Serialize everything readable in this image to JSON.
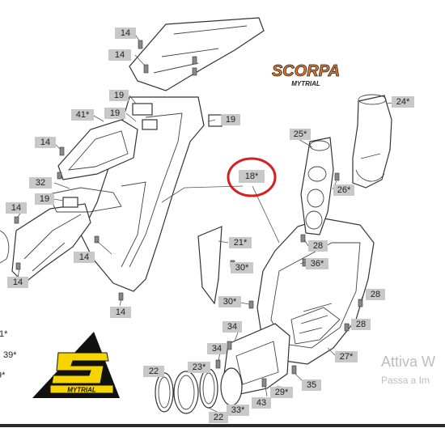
{
  "brand": {
    "scorpa_wordmark": "SCORPA",
    "scorpa_sub": "MYTRIAL",
    "s_logo_letter": "S",
    "s_logo_sub": "MYTRIAL",
    "scorpa_color": "#e87722",
    "logo_yellow": "#f5d400"
  },
  "highlight": {
    "label": "18*",
    "ring_color": "#d42020"
  },
  "callouts": [
    {
      "id": "c1",
      "label": "14"
    },
    {
      "id": "c2",
      "label": "14"
    },
    {
      "id": "c3",
      "label": "19"
    },
    {
      "id": "c4",
      "label": "41*"
    },
    {
      "id": "c5",
      "label": "19"
    },
    {
      "id": "c6",
      "label": "19"
    },
    {
      "id": "c7",
      "label": "14"
    },
    {
      "id": "c8",
      "label": "32"
    },
    {
      "id": "c9",
      "label": "19"
    },
    {
      "id": "c10",
      "label": "14"
    },
    {
      "id": "c11",
      "label": "24*"
    },
    {
      "id": "c12",
      "label": "25*"
    },
    {
      "id": "c13",
      "label": "26*"
    },
    {
      "id": "c14",
      "label": "21*"
    },
    {
      "id": "c15",
      "label": "28"
    },
    {
      "id": "c16",
      "label": "30*"
    },
    {
      "id": "c17",
      "label": "36*"
    },
    {
      "id": "c18",
      "label": "30*"
    },
    {
      "id": "c19",
      "label": "28"
    },
    {
      "id": "c20",
      "label": "28"
    },
    {
      "id": "c21",
      "label": "14"
    },
    {
      "id": "c22",
      "label": "14"
    },
    {
      "id": "c23",
      "label": "14"
    },
    {
      "id": "c24",
      "label": "34"
    },
    {
      "id": "c25",
      "label": "34"
    },
    {
      "id": "c26",
      "label": "22"
    },
    {
      "id": "c27",
      "label": "23*"
    },
    {
      "id": "c28",
      "label": "27*"
    },
    {
      "id": "c29",
      "label": "35"
    },
    {
      "id": "c30",
      "label": "29*"
    },
    {
      "id": "c31",
      "label": "43"
    },
    {
      "id": "c32",
      "label": "33*"
    },
    {
      "id": "c33",
      "label": "22"
    }
  ],
  "edge_labels": [
    {
      "id": "e1",
      "label": "1*"
    },
    {
      "id": "e2",
      "label": "39*"
    },
    {
      "id": "e3",
      "label": "9*"
    }
  ],
  "watermark": {
    "line1": "Attiva W",
    "line2": "Passa a Im"
  }
}
